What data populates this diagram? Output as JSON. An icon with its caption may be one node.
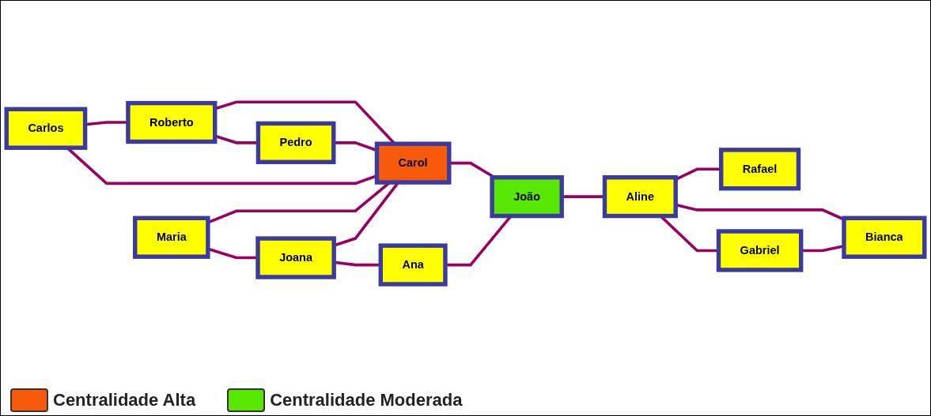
{
  "diagram": {
    "nodes": [
      {
        "text": [
          "Roberto"
        ]
      },
      {
        "text": [
          "Pedro"
        ]
      },
      {
        "text": [
          "Rafael"
        ]
      },
      {
        "text": [
          "Carlos"
        ]
      },
      {
        "text": [
          "Carol"
        ]
      },
      {
        "text": [
          "João"
        ]
      },
      {
        "text": [
          "Aline"
        ]
      },
      {
        "text": [
          "Maria"
        ]
      },
      {
        "text": [
          "Bianca"
        ]
      },
      {
        "text": [
          "Joana"
        ]
      },
      {
        "text": [
          "Ana"
        ]
      },
      {
        "text": [
          "Gabriel"
        ]
      }
    ],
    "edges": [
      {
        "from": 0,
        "to": 1,
        "arrow": "none"
      },
      {
        "from": 3,
        "to": 0,
        "arrow": "none"
      },
      {
        "from": 0,
        "to": 4,
        "arrow": "none"
      },
      {
        "from": 1,
        "to": 4,
        "arrow": "none"
      },
      {
        "from": 3,
        "to": 4,
        "arrow": "none"
      },
      {
        "from": 7,
        "to": 4,
        "arrow": "none"
      },
      {
        "from": 4,
        "to": 5,
        "arrow": "none"
      },
      {
        "from": 7,
        "to": 9,
        "arrow": "none"
      },
      {
        "from": 9,
        "to": 4,
        "arrow": "none"
      },
      {
        "from": 9,
        "to": 10,
        "arrow": "none"
      },
      {
        "from": 10,
        "to": 5,
        "arrow": "none"
      },
      {
        "from": 5,
        "to": 6,
        "arrow": "none"
      },
      {
        "from": 6,
        "to": 2,
        "arrow": "none"
      },
      {
        "from": 6,
        "to": 8,
        "arrow": "none"
      },
      {
        "from": 6,
        "to": 11,
        "arrow": "none"
      },
      {
        "from": 11,
        "to": 8,
        "arrow": "none"
      }
    ],
    "legend": [
      {
        "text": "Centralidade Alta",
        "color": "#f85a0c"
      },
      {
        "text": "Centralidade Moderada",
        "color": "#58e800"
      }
    ]
  }
}
